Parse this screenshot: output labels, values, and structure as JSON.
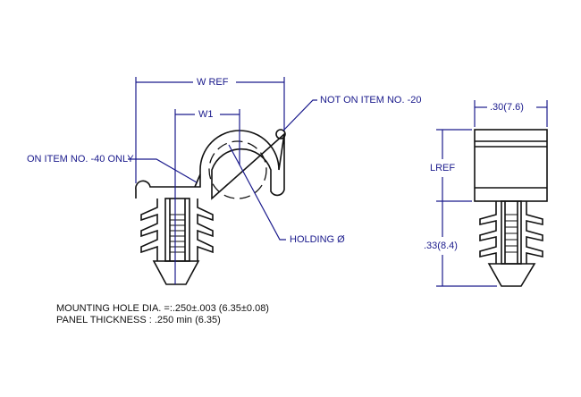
{
  "labels": {
    "w_ref": "W REF",
    "w1": "W1",
    "not_on_item": "NOT ON ITEM NO. -20",
    "on_item_only": "ON ITEM NO. -40 ONLY",
    "holding": "HOLDING Ø",
    "width_side": ".30(7.6)",
    "lref": "LREF",
    "height_side": ".33(8.4)"
  },
  "notes": {
    "mounting_hole": "MOUNTING HOLE DIA. =:.250±.003 (6.35±0.08)",
    "panel_thickness": "PANEL THICKNESS : .250 min (6.35)"
  },
  "colors": {
    "dimension": "#1a1a8c",
    "outline": "#111111"
  }
}
